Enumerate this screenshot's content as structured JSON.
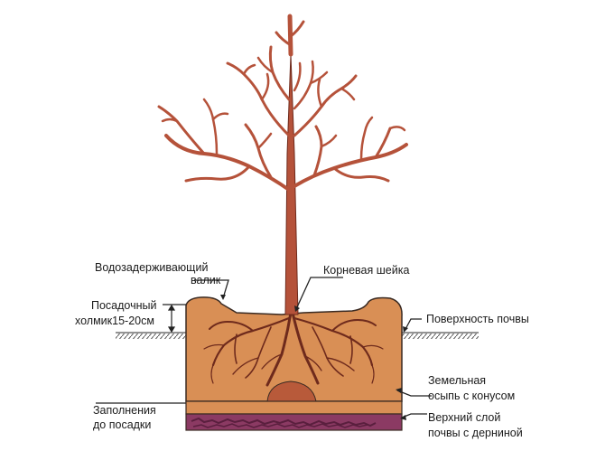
{
  "labels": {
    "water_ridge_line1": "Водозадерживающий",
    "water_ridge_line2": "валик",
    "root_collar": "Корневая шейка",
    "planting_mound_line1": "Посадочный",
    "planting_mound_line2": "холмик15-20см",
    "soil_surface": "Поверхность почвы",
    "soil_cone_line1": "Земельная",
    "soil_cone_line2": "осыпь с конусом",
    "fill_line1": "Заполнения",
    "fill_line2": "до посадки",
    "topsoil_line1": "Верхний слой",
    "topsoil_line2": "почвы с дерниной"
  },
  "colors": {
    "tree": "#b5523a",
    "tree_outline": "#6e2a1c",
    "pit_soil": "#d98f55",
    "cone": "#b85a3a",
    "sod_layer": "#8b3a63",
    "sod_dark": "#5a1f3e",
    "outline": "#3a2a22"
  }
}
